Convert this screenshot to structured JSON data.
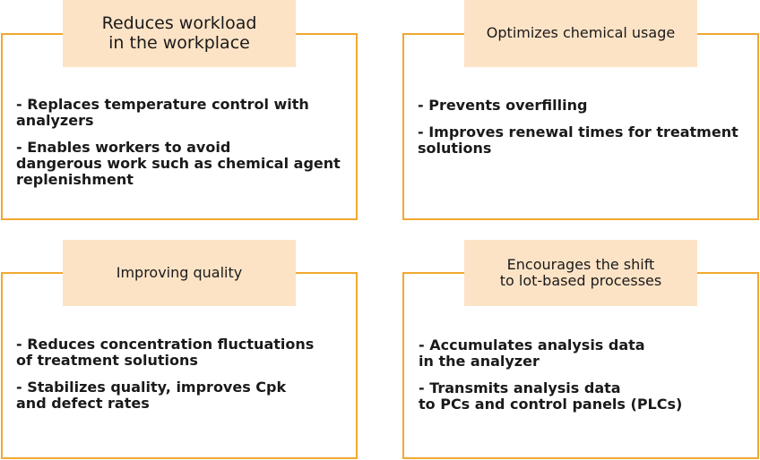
{
  "colors": {
    "border": "#f0a830",
    "title_bg": "#fde3c6",
    "text": "#1a1a1a"
  },
  "cards": [
    {
      "title": "Reduces workload\nin the workplace",
      "items": [
        "- Replaces temperature control with\n   analyzers",
        "- Enables workers to avoid\n   dangerous work such as chemical agent\n   replenishment"
      ]
    },
    {
      "title": "Optimizes chemical usage",
      "items": [
        "- Prevents overfilling",
        "- Improves renewal times for treatment\n   solutions"
      ]
    },
    {
      "title": "Improving quality",
      "items": [
        "- Reduces concentration fluctuations\n   of treatment solutions",
        "- Stabilizes quality, improves Cpk\n   and defect rates"
      ]
    },
    {
      "title": "Encourages the shift\nto lot-based processes",
      "items": [
        "- Accumulates analysis data\n   in the analyzer",
        "- Transmits analysis data\n   to PCs and control panels (PLCs)"
      ]
    }
  ]
}
